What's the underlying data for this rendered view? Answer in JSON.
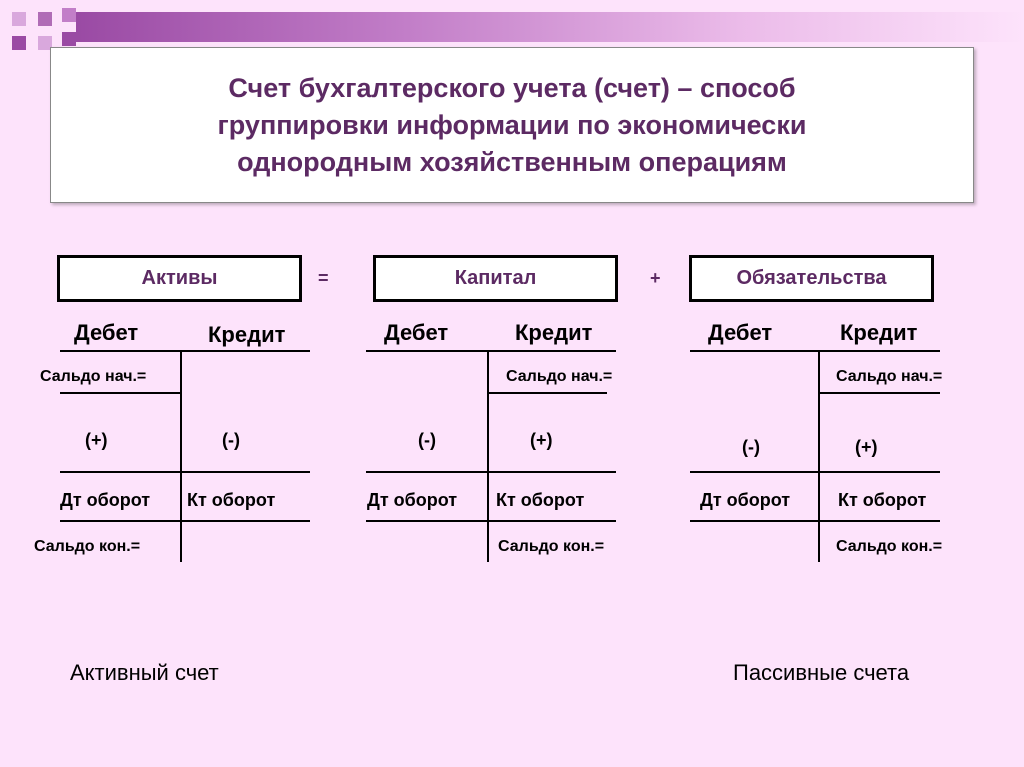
{
  "colors": {
    "background": "#fde3fb",
    "title": "#5c2a63",
    "accent": "#9a4aa4"
  },
  "title": "Счет бухгалтерского учета (счет) – способ\nгруппировки информации по экономически\nоднородным хозяйственным операциям",
  "equation": {
    "assets": "Активы",
    "equals": "=",
    "capital": "Капитал",
    "plus": "+",
    "liabilities": "Обязательства"
  },
  "accounts": [
    {
      "debit": "Дебет",
      "credit": "Кредит",
      "opening": "Сальдо нач.=",
      "debit_sign": "(+)",
      "credit_sign": "(-)",
      "debit_turnover": "Дт оборот",
      "credit_turnover": "Кт оборот",
      "closing": "Сальдо кон.="
    },
    {
      "debit": "Дебет",
      "credit": "Кредит",
      "opening": "Сальдо нач.=",
      "debit_sign": "(-)",
      "credit_sign": "(+)",
      "debit_turnover": "Дт оборот",
      "credit_turnover": "Кт оборот",
      "closing": "Сальдо кон.="
    },
    {
      "debit": "Дебет",
      "credit": "Кредит",
      "opening": "Сальдо нач.=",
      "debit_sign": "(-)",
      "credit_sign": "(+)",
      "debit_turnover": "Дт оборот",
      "credit_turnover": "Кт оборот",
      "closing": "Сальдо кон.="
    }
  ],
  "footer": {
    "active_label": "Активный счет",
    "passive_label": "Пассивные счета"
  }
}
